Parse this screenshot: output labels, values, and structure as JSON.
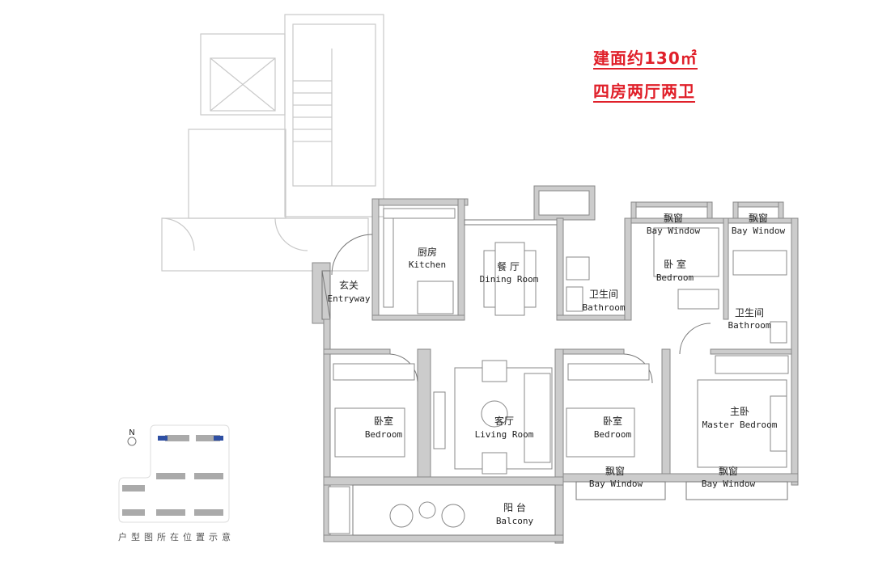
{
  "headline": {
    "area": "建面约130㎡",
    "layout": "四房两厅两卫"
  },
  "rooms": {
    "kitchen": {
      "cn": "厨房",
      "en": "Kitchen"
    },
    "dining": {
      "cn": "餐 厅",
      "en": "Dining Room"
    },
    "bath1": {
      "cn": "卫生间",
      "en": "Bathroom"
    },
    "bedroom_ne": {
      "cn": "卧 室",
      "en": "Bedroom"
    },
    "bay_ne": {
      "cn": "飘窗",
      "en": "Bay Window"
    },
    "bay_e": {
      "cn": "飘窗",
      "en": "Bay Window"
    },
    "bath2": {
      "cn": "卫生间",
      "en": "Bathroom"
    },
    "entry": {
      "cn": "玄关",
      "en": "Entryway"
    },
    "bedroom_w": {
      "cn": "卧室",
      "en": "Bedroom"
    },
    "living": {
      "cn": "客厅",
      "en": "Living Room"
    },
    "bedroom_m": {
      "cn": "卧室",
      "en": "Bedroom"
    },
    "master": {
      "cn": "主卧",
      "en": "Master Bedroom"
    },
    "bay_s1": {
      "cn": "飘窗",
      "en": "Bay Window"
    },
    "bay_s2": {
      "cn": "飘窗",
      "en": "Bay Window"
    },
    "balcony": {
      "cn": "阳 台",
      "en": "Balcony"
    }
  },
  "keyplan": {
    "north": "N",
    "caption": "户型图所在位置示意"
  },
  "colors": {
    "accent": "#e0202a",
    "highlight": "#2e4fa3"
  }
}
